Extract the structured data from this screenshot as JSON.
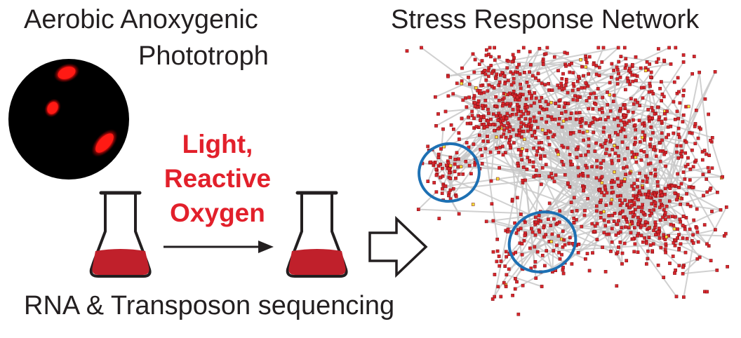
{
  "titles": {
    "organism_line1": "Aerobic Anoxygenic",
    "organism_line2": "Phototroph",
    "network": "Stress Response Network"
  },
  "conditions": {
    "line1": "Light,",
    "line2": "Reactive",
    "line3": "Oxygen"
  },
  "method": "RNA & Transposon sequencing",
  "colors": {
    "condition_text": "#e2202b",
    "culture": "#c0202b",
    "node": "#d8262c",
    "node_highlight": "#f4e13a",
    "edge": "#c8c8c8",
    "module_circle": "#1d70b3",
    "cell_fluorescence": "#ff1010"
  },
  "icons": [
    "microscopy-cell-image",
    "flask-icon",
    "arrow-right",
    "block-arrow-right",
    "network-graph"
  ]
}
